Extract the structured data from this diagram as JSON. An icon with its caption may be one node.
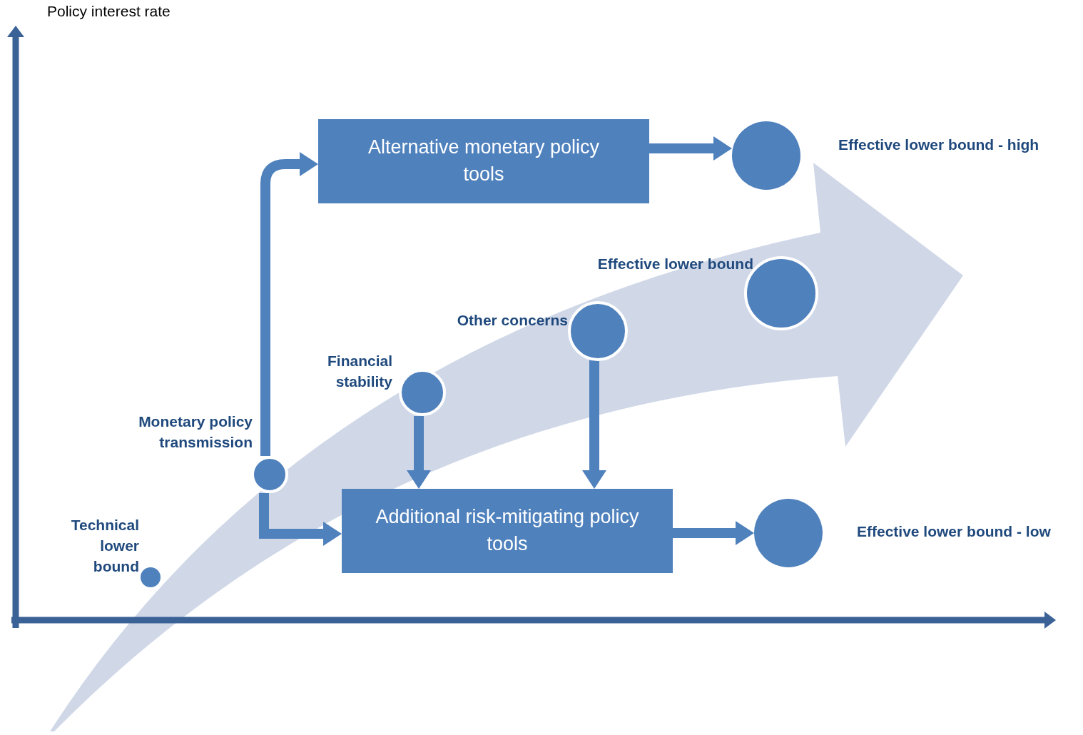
{
  "diagram": {
    "nodes": [
      {
        "text": [
          "Alternative monetary policy tools"
        ]
      },
      {
        "text": [],
        "shape": "circle",
        "beside": [
          "Effective lower bound - high"
        ]
      },
      {
        "text": [],
        "shape": "circle",
        "beside": [
          "Effective lower bound"
        ]
      },
      {
        "text": [],
        "shape": "circle",
        "beside": [
          "Other concerns"
        ]
      },
      {
        "text": [],
        "shape": "circle",
        "beside": [
          "Financial stability"
        ]
      },
      {
        "text": [],
        "shape": "circle",
        "beside": [
          "Monetary policy transmission"
        ]
      },
      {
        "text": [
          "Additional risk-mitigating policy tools"
        ]
      },
      {
        "text": [],
        "shape": "circle",
        "beside": [
          "Effective lower bound - low"
        ]
      },
      {
        "text": [],
        "shape": "circle",
        "beside": [
          "Technical lower bound"
        ]
      }
    ],
    "edges": [
      {
        "from": 5,
        "to": 0,
        "arrow": "to"
      },
      {
        "from": 5,
        "to": 6,
        "arrow": "to"
      },
      {
        "from": 4,
        "to": 6,
        "arrow": "to"
      },
      {
        "from": 3,
        "to": 6,
        "arrow": "to"
      },
      {
        "from": 0,
        "to": 1,
        "arrow": "to"
      },
      {
        "from": 6,
        "to": 7,
        "arrow": "to"
      }
    ],
    "labels": [
      "Policy interest rate"
    ]
  }
}
